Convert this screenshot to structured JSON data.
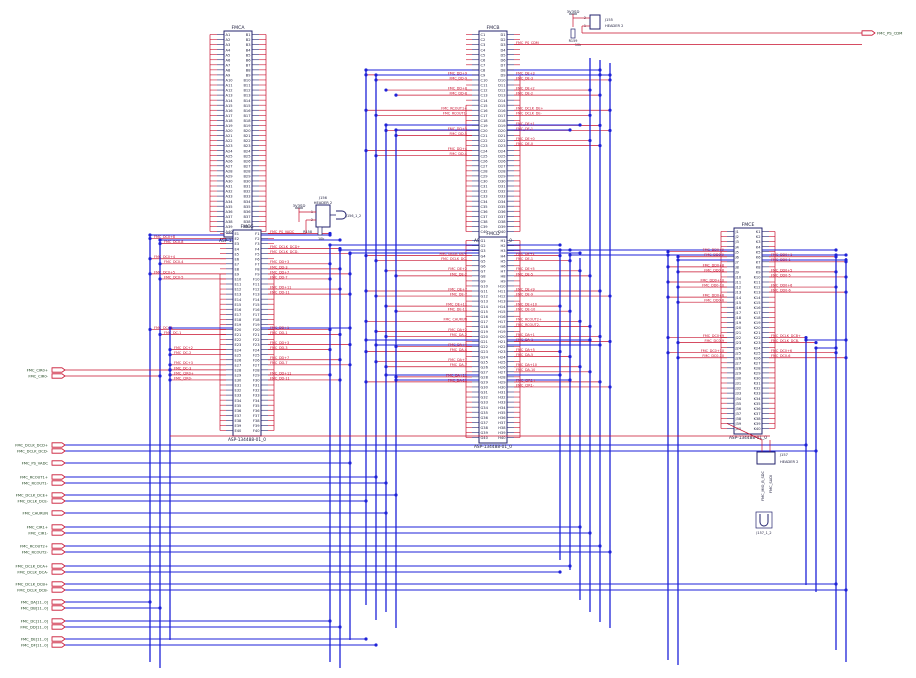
{
  "colors": {
    "bus": "#1e22d8",
    "net": "#c8102e",
    "netlabel": "#c8102e",
    "text": "#1a1a3a",
    "box": "#23236e",
    "ground": "#1a1a3a",
    "port": "#c8102e",
    "porttext": "#143c14"
  },
  "icons": [
    "connector-pin-icon",
    "offpage-port-icon",
    "ground-icon",
    "power-flag-icon",
    "resistor-icon"
  ],
  "components": {
    "fmca": {
      "name": "FMCA",
      "part": "ASP-134488-01_0",
      "left_pins": [
        "A1",
        "A2",
        "A3",
        "A4",
        "A5",
        "A6",
        "A7",
        "A8",
        "A9",
        "A10",
        "A11",
        "A12",
        "A13",
        "A14",
        "A15",
        "A16",
        "A17",
        "A18",
        "A19",
        "A20",
        "A21",
        "A22",
        "A23",
        "A24",
        "A25",
        "A26",
        "A27",
        "A28",
        "A29",
        "A30",
        "A31",
        "A32",
        "A33",
        "A34",
        "A35",
        "A36",
        "A37",
        "A38",
        "A39",
        "A40"
      ],
      "right_pins": [
        "B1",
        "B2",
        "B3",
        "B4",
        "B5",
        "B6",
        "B7",
        "B8",
        "B9",
        "B10",
        "B11",
        "B12",
        "B13",
        "B14",
        "B15",
        "B16",
        "B17",
        "B18",
        "B19",
        "B20",
        "B21",
        "B22",
        "B23",
        "B24",
        "B25",
        "B26",
        "B27",
        "B28",
        "B29",
        "B30",
        "B31",
        "B32",
        "B33",
        "B34",
        "B35",
        "B36",
        "B37",
        "B38",
        "B39",
        "B40"
      ]
    },
    "fmcb": {
      "name": "FMCB",
      "part": "ASP-134488-01_0",
      "left_pins": [
        "C1",
        "C2",
        "C3",
        "C4",
        "C5",
        "C6",
        "C7",
        "C8",
        "C9",
        "C10",
        "C11",
        "C12",
        "C13",
        "C14",
        "C15",
        "C16",
        "C17",
        "C18",
        "C19",
        "C20",
        "C21",
        "C22",
        "C23",
        "C24",
        "C25",
        "C26",
        "C27",
        "C28",
        "C29",
        "C30",
        "C31",
        "C32",
        "C33",
        "C34",
        "C35",
        "C36",
        "C37",
        "C38",
        "C39",
        "C40"
      ],
      "right_pins": [
        "D1",
        "D2",
        "D3",
        "D4",
        "D5",
        "D6",
        "D7",
        "D8",
        "D9",
        "D10",
        "D11",
        "D12",
        "D13",
        "D14",
        "D15",
        "D16",
        "D17",
        "D18",
        "D19",
        "D20",
        "D21",
        "D22",
        "D23",
        "D24",
        "D25",
        "D26",
        "D27",
        "D28",
        "D29",
        "D30",
        "D31",
        "D32",
        "D33",
        "D34",
        "D35",
        "D36",
        "D37",
        "D38",
        "D39",
        "D40"
      ]
    },
    "fmcc": {
      "name": "FMCC",
      "part": "ASP-134488-01_0",
      "left_pins": [
        "E1",
        "E2",
        "E3",
        "E4",
        "E5",
        "E6",
        "E7",
        "E8",
        "E9",
        "E10",
        "E11",
        "E12",
        "E13",
        "E14",
        "E15",
        "E16",
        "E17",
        "E18",
        "E19",
        "E20",
        "E21",
        "E22",
        "E23",
        "E24",
        "E25",
        "E26",
        "E27",
        "E28",
        "E29",
        "E30",
        "E31",
        "E32",
        "E33",
        "E34",
        "E35",
        "E36",
        "E37",
        "E38",
        "E39",
        "E40"
      ],
      "right_pins": [
        "F1",
        "F2",
        "F3",
        "F4",
        "F5",
        "F6",
        "F7",
        "F8",
        "F9",
        "F10",
        "F11",
        "F12",
        "F13",
        "F14",
        "F15",
        "F16",
        "F17",
        "F18",
        "F19",
        "F20",
        "F21",
        "F22",
        "F23",
        "F24",
        "F25",
        "F26",
        "F27",
        "F28",
        "F29",
        "F30",
        "F31",
        "F32",
        "F33",
        "F34",
        "F35",
        "F36",
        "F37",
        "F38",
        "F39",
        "F40"
      ]
    },
    "fmcd": {
      "name": "FMCD",
      "part": "ASP-134488-01_0",
      "left_pins": [
        "G1",
        "G2",
        "G3",
        "G4",
        "G5",
        "G6",
        "G7",
        "G8",
        "G9",
        "G10",
        "G11",
        "G12",
        "G13",
        "G14",
        "G15",
        "G16",
        "G17",
        "G18",
        "G19",
        "G20",
        "G21",
        "G22",
        "G23",
        "G24",
        "G25",
        "G26",
        "G27",
        "G28",
        "G29",
        "G30",
        "G31",
        "G32",
        "G33",
        "G34",
        "G35",
        "G36",
        "G37",
        "G38",
        "G39",
        "G40"
      ],
      "right_pins": [
        "H1",
        "H2",
        "H3",
        "H4",
        "H5",
        "H6",
        "H7",
        "H8",
        "H9",
        "H10",
        "H11",
        "H12",
        "H13",
        "H14",
        "H15",
        "H16",
        "H17",
        "H18",
        "H19",
        "H20",
        "H21",
        "H22",
        "H23",
        "H24",
        "H25",
        "H26",
        "H27",
        "H28",
        "H29",
        "H30",
        "H31",
        "H32",
        "H33",
        "H34",
        "H35",
        "H36",
        "H37",
        "H38",
        "H39",
        "H40"
      ]
    },
    "fmce": {
      "name": "FMCE",
      "part": "ASP-134488-01_0",
      "left_pins": [
        "J1",
        "J2",
        "J3",
        "J4",
        "J5",
        "J6",
        "J7",
        "J8",
        "J9",
        "J10",
        "J11",
        "J12",
        "J13",
        "J14",
        "J15",
        "J16",
        "J17",
        "J18",
        "J19",
        "J20",
        "J21",
        "J22",
        "J23",
        "J24",
        "J25",
        "J26",
        "J27",
        "J28",
        "J29",
        "J30",
        "J31",
        "J32",
        "J33",
        "J34",
        "J35",
        "J36",
        "J37",
        "J38",
        "J39",
        "J40"
      ],
      "right_pins": [
        "K1",
        "K2",
        "K3",
        "K4",
        "K5",
        "K6",
        "K7",
        "K8",
        "K9",
        "K10",
        "K11",
        "K12",
        "K13",
        "K14",
        "K15",
        "K16",
        "K17",
        "K18",
        "K19",
        "K20",
        "K21",
        "K22",
        "K23",
        "K24",
        "K25",
        "K26",
        "K27",
        "K28",
        "K29",
        "K30",
        "K31",
        "K32",
        "K33",
        "K34",
        "K35",
        "K36",
        "K37",
        "K38",
        "K39",
        "K40"
      ]
    },
    "j155": {
      "name": "J155",
      "type": "HEADER 2",
      "pins": [
        "2",
        "1"
      ],
      "power": "3V3SD",
      "resistor": "R159",
      "resistor_value": "10k"
    },
    "j156": {
      "name": "J156",
      "type": "HEADER 2",
      "pins": [
        "1",
        "2"
      ],
      "power": "3V3SD",
      "resistor": "R158",
      "resistor_value": "10k",
      "jumper": "J156_1_2"
    },
    "j157": {
      "name": "J157",
      "type": "HEADER 2",
      "jumper": "J157_1_2",
      "nets": [
        "FMC_MIO_B_SDC",
        "FMC_SADI"
      ]
    }
  },
  "ports": {
    "right": [
      "FMC_PS_CDM"
    ],
    "left": [
      "FMC_CIR0+",
      "FMC_CIR0-",
      "FMC_DCLK_DCD+",
      "FMC_DCLK_DCD-",
      "FMC_PS_VADC",
      "FMC_RCOUT1+",
      "FMC_RCOUT1-",
      "FMC_DCLK_DCE+",
      "FMC_DCLK_DCE-",
      "FMC_CAURUN",
      "FMC_CIR1+",
      "FMC_CIR1-",
      "FMC_RCOUT2+",
      "FMC_RCOUT2-",
      "FMC_DCLK_DCA+",
      "FMC_DCLK_DCA-",
      "FMC_DCLK_DCB+",
      "FMC_DCLK_DCB-",
      "FMC_DA[11..0]",
      "FMC_DB[11..0]",
      "FMC_DC[11..0]",
      "FMC_DD[11..0]",
      "FMC_DE[11..0]",
      "FMC_DF[11..0]"
    ]
  },
  "net_labels": {
    "fmcb_left": [
      "FMC_DD+9",
      "FMC_DD-9",
      "FMC_DD+8",
      "FMC_DD-8",
      "FMC_RCOUT1+",
      "FMC_RCOUT1-",
      "FMC_DD+5",
      "FMC_DD-5",
      "FMC_DD+4",
      "FMC_DD-4"
    ],
    "fmcb_right": [
      "FMC_PS_CDM",
      "FMC_DE+3",
      "FMC_DE-3",
      "FMC_DE+2",
      "FMC_DE-2",
      "FMC_DCLK_DE+",
      "FMC_DCLK_DE-",
      "FMC_DE+1",
      "FMC_DE-1",
      "FMC_DE+0",
      "FMC_DE-0"
    ],
    "fmcc_left": [
      "FMC_DC0+8",
      "FMC_DC0-8",
      "FMC_DC0+4",
      "FMC_DC0-4",
      "FMC_DC0+5",
      "FMC_DC0-5",
      "FMC_DC+1",
      "FMC_DC-1",
      "FMC_DC+2",
      "FMC_DC-2",
      "FMC_DC+3",
      "FMC_DC-3",
      "FMC_CIR0+",
      "FMC_CIR0-"
    ],
    "fmcc_right": [
      "FMC_PS_VADC",
      "FMC_DCLK_DCD+",
      "FMC_DCLK_DCD-",
      "FMC_DD+3",
      "FMC_DD-3",
      "FMC_DD+7",
      "FMC_DD-7",
      "FMC_DD+11",
      "FMC_DD-11",
      "FMC_DD+1",
      "FMC_DD-1",
      "FMC_DD+3",
      "FMC_DD-3",
      "FMC_DD+7",
      "FMC_DD-7",
      "FMC_DD+11",
      "FMC_DD-11"
    ],
    "fmcd_left": [
      "FMC_DCLK_DC+",
      "FMC_DCLK_DC-",
      "FMC_DE+2",
      "FMC_DE-2",
      "FMC_DE+7",
      "FMC_DE-7",
      "FMC_DE+11",
      "FMC_DE-11",
      "FMC_CAURUN",
      "FMC_DA+2",
      "FMC_DA-2",
      "FMC_DA+4",
      "FMC_DA-4",
      "FMC_DA+7",
      "FMC_DA-7",
      "FMC_DA+11",
      "FMC_DA-11"
    ],
    "fmcd_right": [
      "FMC_DE+1",
      "FMC_DE-1",
      "FMC_DE+5",
      "FMC_DE-5",
      "FMC_DE+9",
      "FMC_DE-9",
      "FMC_DE+10",
      "FMC_DE-10",
      "FMC_RCOUT2+",
      "FMC_RCOUT2-",
      "FMC_DA+1",
      "FMC_DA-1",
      "FMC_DA+5",
      "FMC_DA-5",
      "FMC_DA+10",
      "FMC_DA-10",
      "FMC_CIR1+",
      "FMC_CIR1-"
    ],
    "fmce_left": [
      "FMC_DD0+9",
      "FMC_DD0-9",
      "FMC_DD0+8",
      "FMC_DD0-8",
      "FMC_DD0+10",
      "FMC_DD0-10",
      "FMC_DD0+6",
      "FMC_DD0-6",
      "FMC_DC0+9",
      "FMC_DC0-9",
      "FMC_DC0+10",
      "FMC_DC0-10"
    ],
    "fmce_right": [
      "FMC_DD0+1",
      "FMC_DD0-1",
      "FMC_DD0+5",
      "FMC_DD0-5",
      "FMC_DD0+6",
      "FMC_DD0-6",
      "FMC_DCLK_DCB+",
      "FMC_DCLK_DCB-",
      "FMC_DC0+6",
      "FMC_DC0-6"
    ]
  }
}
